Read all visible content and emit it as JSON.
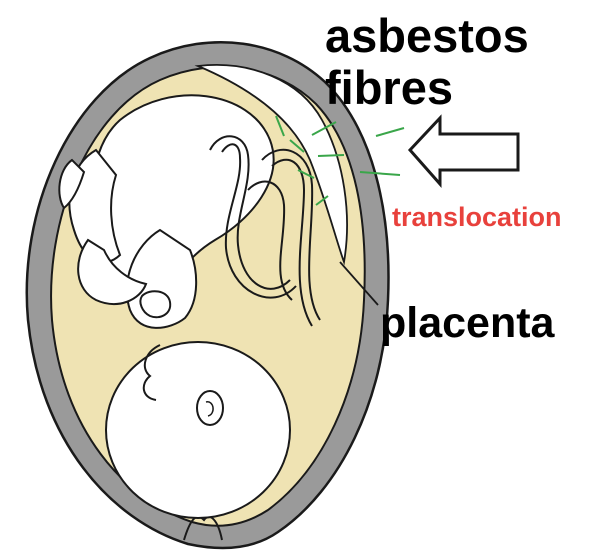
{
  "labels": {
    "asbestos": "asbestos",
    "fibres": "fibres",
    "translocation": "translocation",
    "placenta": "placenta"
  },
  "colors": {
    "text_dark": "#000000",
    "accent_red": "#e8413c",
    "uterus_wall": "#9a9a9a",
    "amniotic_fluid": "#efe3b3",
    "fibre_green": "#3aa64a",
    "outline": "#1a1a1a"
  },
  "icons": {
    "arrow": "left-arrow-icon"
  }
}
